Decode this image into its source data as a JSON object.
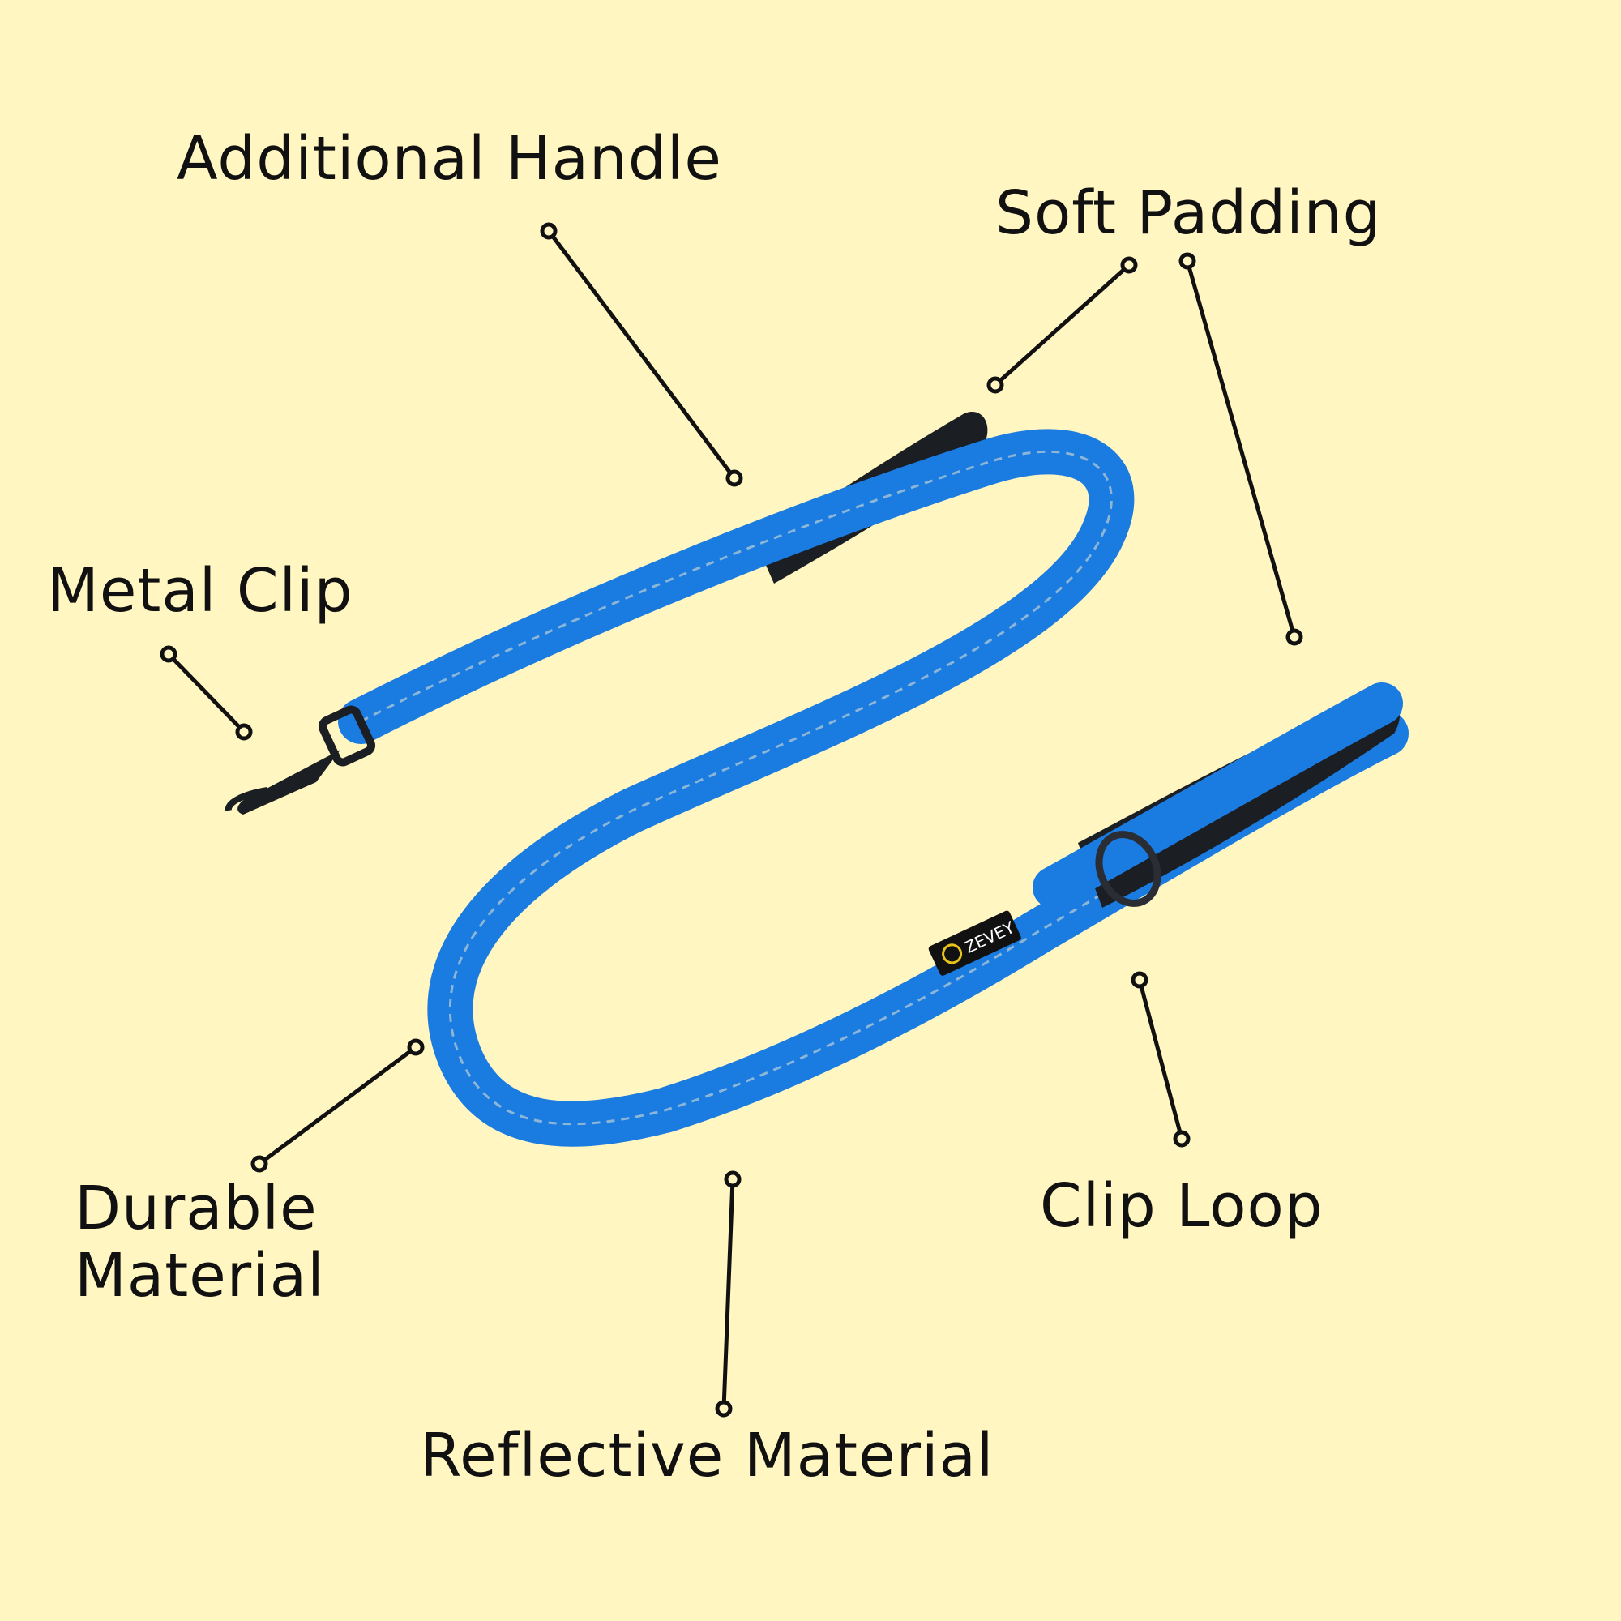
{
  "background_color": "#FFF6C2",
  "leash": {
    "strap_color": "#1A7BE0",
    "padding_color": "#1B1E23",
    "brand_text": "ZEVEY"
  },
  "labels": {
    "additional_handle": "Additional Handle",
    "soft_padding": "Soft Padding",
    "metal_clip": "Metal Clip",
    "durable_material_line1": "Durable",
    "durable_material_line2": "Material",
    "clip_loop": "Clip Loop",
    "reflective_material": "Reflective Material"
  }
}
